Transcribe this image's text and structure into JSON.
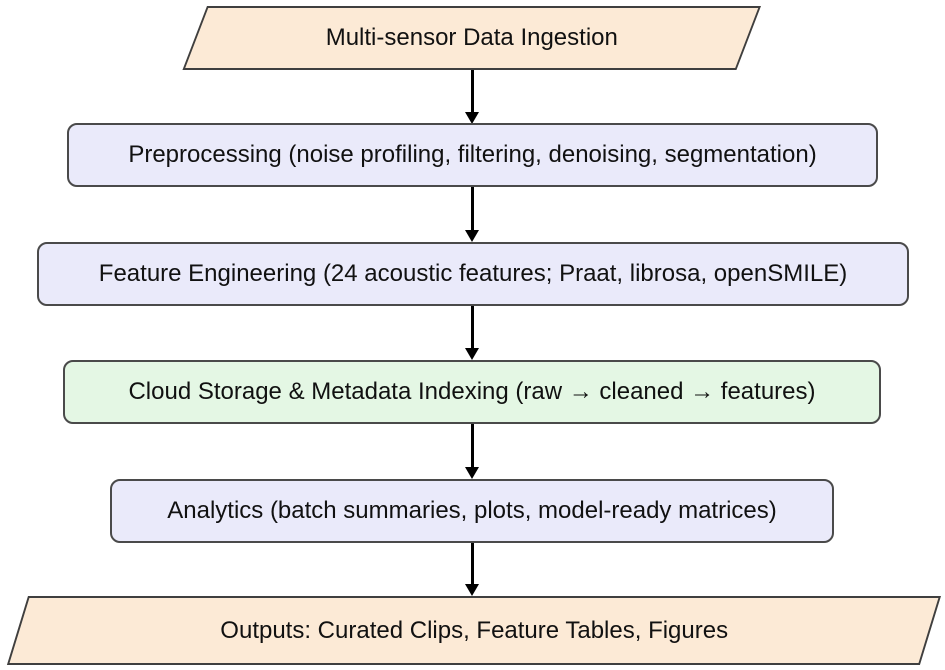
{
  "diagram": {
    "title": "Audio data pipeline flowchart",
    "nodes": [
      {
        "id": "ingestion",
        "shape": "parallelogram",
        "fill": "#fcead6",
        "label": "Multi-sensor Data Ingestion"
      },
      {
        "id": "preprocessing",
        "shape": "rounded-rect",
        "fill": "#eaeafa",
        "label": "Preprocessing (noise profiling, filtering, denoising, segmentation)"
      },
      {
        "id": "feature-engineering",
        "shape": "rounded-rect",
        "fill": "#eaeafa",
        "label": "Feature Engineering (24 acoustic features; Praat, librosa, openSMILE)"
      },
      {
        "id": "cloud-storage",
        "shape": "rounded-rect",
        "fill": "#e4f7e4",
        "label": "Cloud Storage & Metadata Indexing (raw → cleaned → features)"
      },
      {
        "id": "analytics",
        "shape": "rounded-rect",
        "fill": "#eaeafa",
        "label": "Analytics (batch summaries, plots, model-ready matrices)"
      },
      {
        "id": "outputs",
        "shape": "parallelogram",
        "fill": "#fcead6",
        "label": "Outputs: Curated Clips, Feature Tables, Figures"
      }
    ],
    "edges": [
      {
        "from": "ingestion",
        "to": "preprocessing"
      },
      {
        "from": "preprocessing",
        "to": "feature-engineering"
      },
      {
        "from": "feature-engineering",
        "to": "cloud-storage"
      },
      {
        "from": "cloud-storage",
        "to": "analytics"
      },
      {
        "from": "analytics",
        "to": "outputs"
      }
    ],
    "colors": {
      "background": "#ffffff",
      "parallelogram_fill": "#fcead6",
      "process_fill": "#eaeafa",
      "storage_fill": "#e4f7e4",
      "border": "#3f3f3f",
      "arrow": "#000000",
      "text": "#111111"
    }
  }
}
